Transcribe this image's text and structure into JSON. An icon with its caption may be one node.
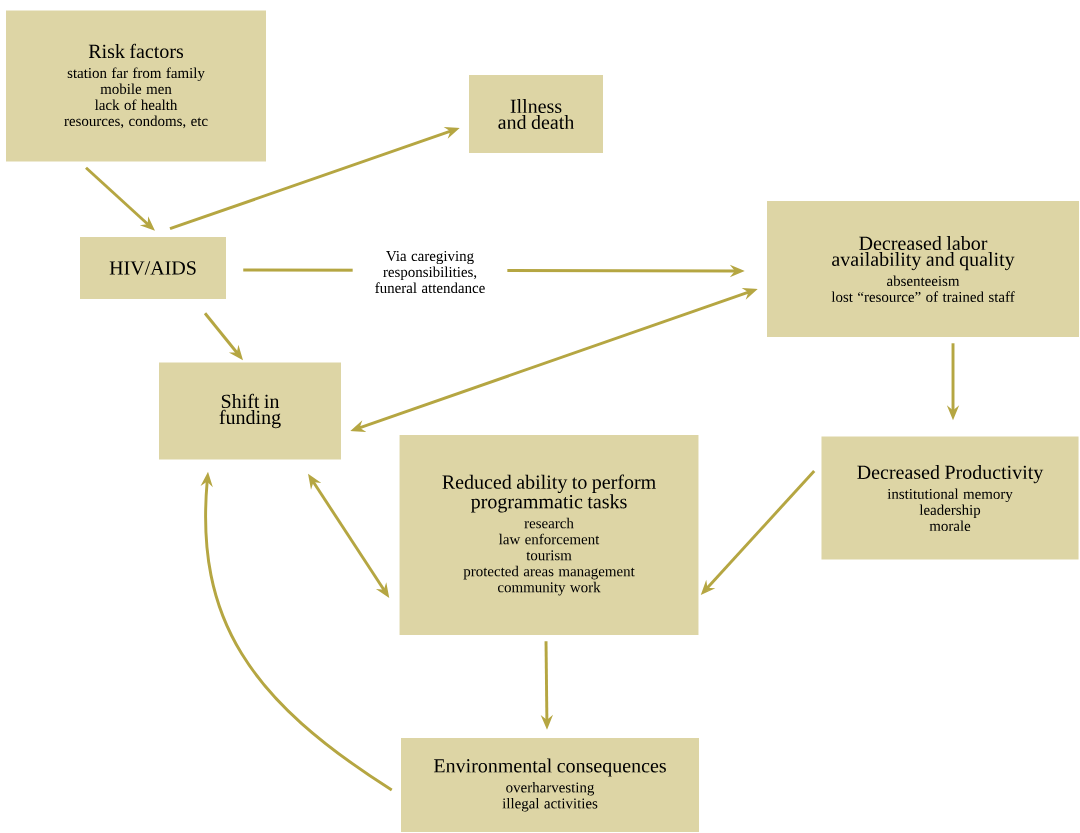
{
  "diagram": {
    "nodes": [
      {
        "text": [
          "Risk factors",
          "station far from family",
          "mobile men",
          "lack of health resources, condoms, etc"
        ]
      },
      {
        "text": [
          "Illness and death"
        ]
      },
      {
        "text": [
          "HIV/AIDS"
        ]
      },
      {
        "text": [
          "Decreased labor availability and quality",
          "absenteeism",
          "lost “resource” of trained staff"
        ]
      },
      {
        "text": [
          "Shift in funding"
        ]
      },
      {
        "text": [
          "Reduced ability to perform programmatic tasks",
          "research",
          "law enforcement",
          "tourism",
          "protected areas management",
          "community work"
        ]
      },
      {
        "text": [
          "Decreased Productivity",
          "institutional memory",
          "leadership",
          "morale"
        ]
      },
      {
        "text": [
          "Environmental consequences",
          "overharvesting",
          "illegal activities"
        ]
      }
    ],
    "edges": [
      {
        "from": 0,
        "to": 2,
        "arrow": "to"
      },
      {
        "from": 2,
        "to": 1,
        "arrow": "to"
      },
      {
        "from": 2,
        "to": 3,
        "arrow": "to",
        "label": "Via caregiving responsibilities, funeral attendance"
      },
      {
        "from": 2,
        "to": 4,
        "arrow": "to"
      },
      {
        "from": 3,
        "to": 4,
        "arrow": "both"
      },
      {
        "from": 3,
        "to": 6,
        "arrow": "to"
      },
      {
        "from": 6,
        "to": 5,
        "arrow": "to"
      },
      {
        "from": 4,
        "to": 5,
        "arrow": "both"
      },
      {
        "from": 5,
        "to": 7,
        "arrow": "to"
      },
      {
        "from": 7,
        "to": 4,
        "arrow": "to"
      }
    ]
  }
}
